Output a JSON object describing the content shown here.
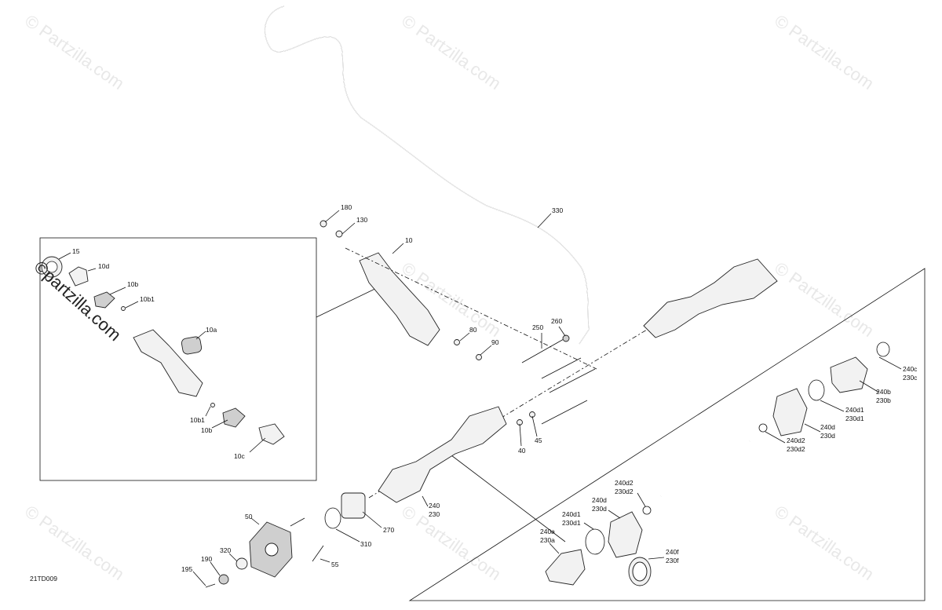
{
  "watermark": "© Partzilla.com",
  "watermark_side": "©partzilla.com",
  "diagram_code": "21TD009",
  "labels": {
    "l15": "15",
    "l10d": "10d",
    "l10b_a": "10b",
    "l10b1_a": "10b1",
    "l10a": "10a",
    "l10b1_b": "10b1",
    "l10b_b": "10b",
    "l10c": "10c",
    "l180": "180",
    "l130": "130",
    "l10": "10",
    "l330": "330",
    "l80": "80",
    "l90": "90",
    "l250": "250",
    "l260": "260",
    "l40": "40",
    "l45": "45",
    "l240c": "240c",
    "l230c": "230c",
    "l240b": "240b",
    "l230b": "230b",
    "l240d1_r": "240d1",
    "l230d1_r": "230d1",
    "l240d_r": "240d",
    "l230d_r": "230d",
    "l240d2_r": "240d2",
    "l230d2_r": "230d2",
    "l240": "240",
    "l230": "230",
    "l270": "270",
    "l310": "310",
    "l50": "50",
    "l55": "55",
    "l320": "320",
    "l190": "190",
    "l195": "195",
    "l240d2_l": "240d2",
    "l230d2_l": "230d2",
    "l240d_l": "240d",
    "l230d_l": "230d",
    "l240d1_l": "240d1",
    "l230d1_l": "230d1",
    "l240a": "240a",
    "l230a": "230a",
    "l240f": "240f",
    "l230f": "230f"
  }
}
